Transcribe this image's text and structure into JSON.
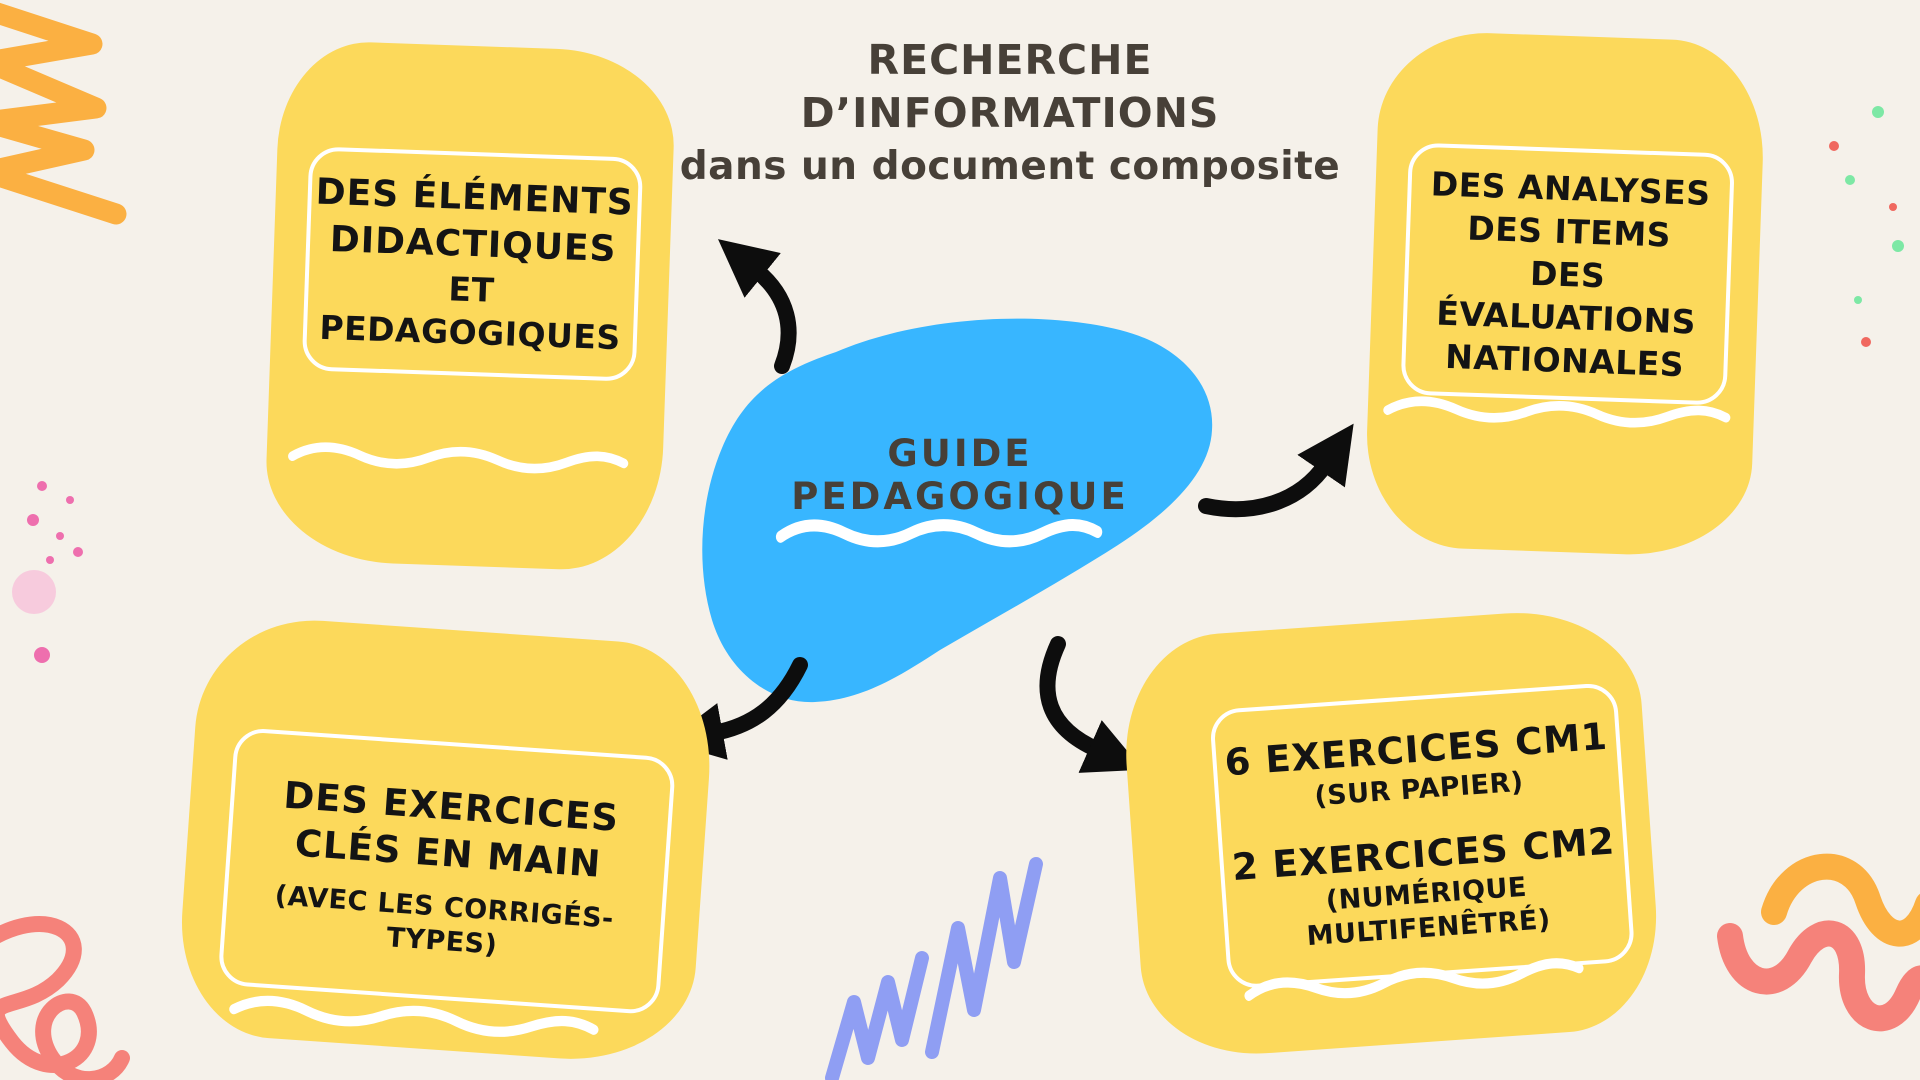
{
  "title": {
    "line1": "RECHERCHE",
    "line2": "D’INFORMATIONS",
    "line3": "dans un document composite"
  },
  "center_bubble": {
    "label": "GUIDE PEDAGOGIQUE"
  },
  "cards": {
    "top_left": {
      "line1": "DES ÉLÉMENTS",
      "line2": "DIDACTIQUES",
      "line3": "ET PEDAGOGIQUES"
    },
    "top_right": {
      "line1": "DES ANALYSES",
      "line2": "DES ITEMS",
      "line3": "DES ÉVALUATIONS",
      "line4": "NATIONALES"
    },
    "bottom_left": {
      "line1": "DES EXERCICES",
      "line2": "CLÉS EN MAIN",
      "note": "(AVEC LES CORRIGÉS-TYPES)"
    },
    "bottom_right": {
      "item1_title": "6 EXERCICES CM1",
      "item1_note": "(SUR PAPIER)",
      "item2_title": "2 EXERCICES CM2",
      "item2_note": "(NUMÉRIQUE MULTIFENÊTRÉ)"
    }
  },
  "colors": {
    "background": "#F5F1EA",
    "card_yellow": "#FCD95B",
    "bubble_blue": "#38B6FF",
    "heading_text": "#474038",
    "card_text": "#141414",
    "arrow": "#0D0D0D",
    "wave_white": "#FFFFFF",
    "doodle_orange": "#FBB042",
    "doodle_coral": "#F5827A",
    "doodle_periwinkle": "#8F9EF3",
    "dot_green": "#7DE8A5",
    "dot_red": "#F0685F",
    "dot_pink": "#EE6FAE",
    "dot_pink_light": "#F7CBDD"
  },
  "decorations": [
    {
      "name": "orange-scribble",
      "position": "top-left"
    },
    {
      "name": "pink-dots-cluster",
      "position": "left-middle"
    },
    {
      "name": "green-red-dots",
      "position": "top-right"
    },
    {
      "name": "periwinkle-zigzag",
      "position": "bottom-center"
    },
    {
      "name": "coral-loop-doodle",
      "position": "bottom-left"
    },
    {
      "name": "orange-coral-squiggles",
      "position": "bottom-right"
    }
  ]
}
